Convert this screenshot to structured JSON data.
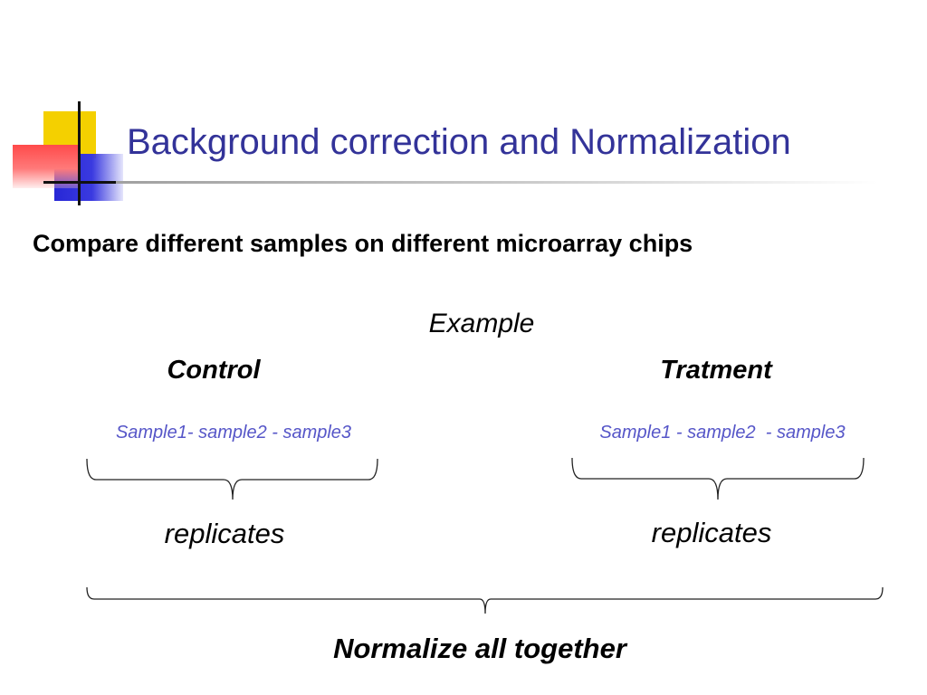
{
  "title": "Background correction and Normalization",
  "subtitle": "Compare different samples on different microarray chips",
  "example_label": "Example",
  "groups": [
    {
      "title": "Control",
      "samples": "Sample1- sample2 - sample3",
      "brace_label": "replicates"
    },
    {
      "title": "Tratment",
      "samples": "Sample1 - sample2  - sample3",
      "brace_label": "replicates"
    }
  ],
  "footer": "Normalize all together",
  "colors": {
    "title": "#333399",
    "samples": "#5656c8",
    "logo_yellow": "#f4d000",
    "logo_blue": "#2727d6",
    "logo_red": "#ff4a4a"
  }
}
